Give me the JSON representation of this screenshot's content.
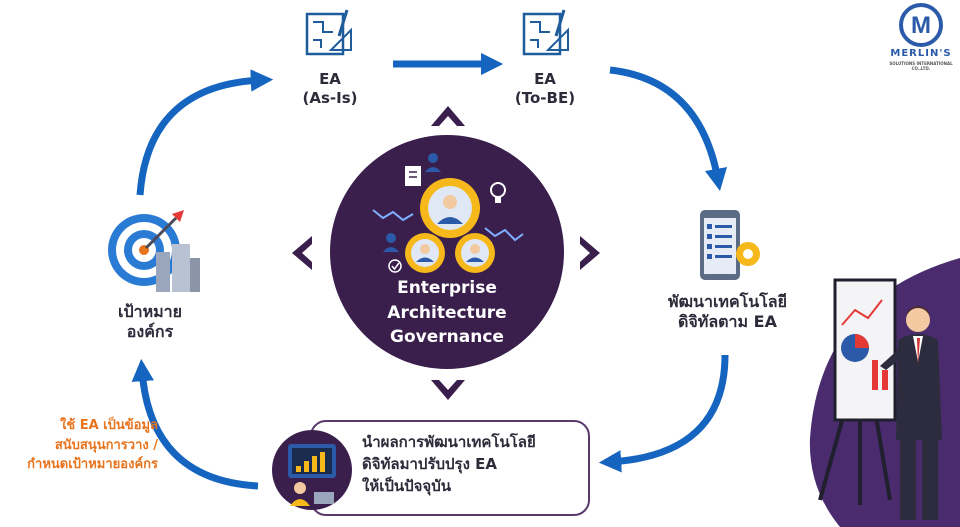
{
  "logo": {
    "letter": "M",
    "name": "MERLIN'S",
    "tagline": "SOLUTIONS INTERNATIONAL CO.,LTD."
  },
  "center": {
    "line1": "Enterprise",
    "line2": "Architecture",
    "line3": "Governance"
  },
  "nodes": {
    "as_is": {
      "line1": "EA",
      "line2": "(As-Is)"
    },
    "to_be": {
      "line1": "EA",
      "line2": "(To-BE)"
    },
    "develop": {
      "line1": "พัฒนาเทคโนโลยี",
      "line2": "ดิจิทัลตาม EA"
    },
    "goal": {
      "line1": "เป้าหมาย",
      "line2": "องค์กร"
    }
  },
  "bottom_box": {
    "line1": "นำผลการพัฒนาเทคโนโลยี",
    "line2": "ดิจิทัลมาปรับปรุง EA",
    "line3": "ให้เป็นปัจจุบัน"
  },
  "side_note": {
    "line1": "ใช้ EA เป็นข้อมูล",
    "line2": "สนับสนุนการวาง /",
    "line3": "กำหนดเป้าหมายองค์กร"
  },
  "colors": {
    "arrow_blue": "#1565c0",
    "center_purple": "#3a1f4d",
    "chevron_purple": "#3a1f4d",
    "note_orange": "#e8741e",
    "deco_purple": "#4a2c6e"
  }
}
